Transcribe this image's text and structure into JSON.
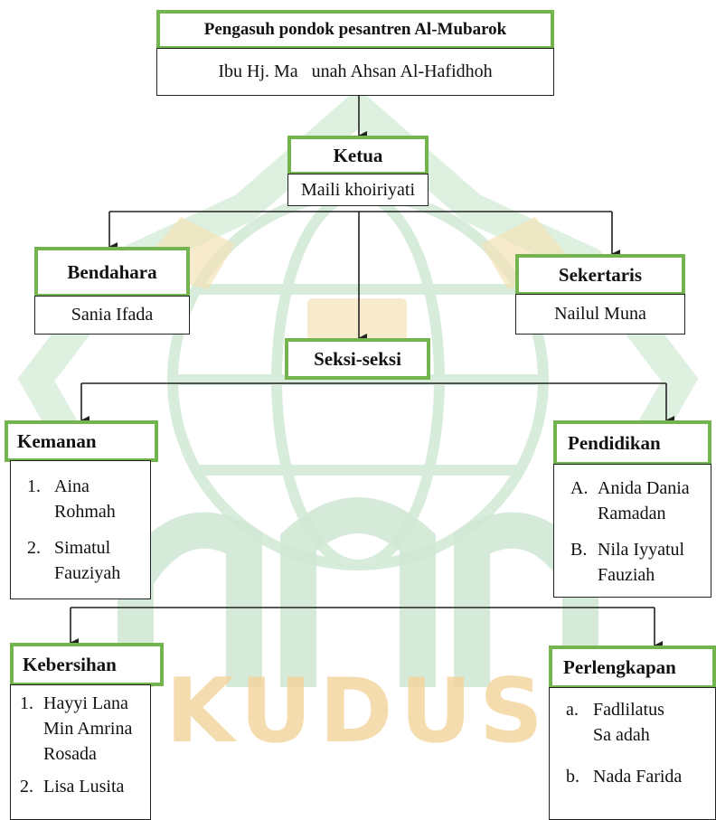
{
  "pengasuh": {
    "title": "Pengasuh pondok pesantren Al-Mubarok",
    "name": "Ibu Hj. Ma   unah Ahsan Al-Hafidhoh"
  },
  "ketua": {
    "title": "Ketua",
    "name": "Maili khoiriyati"
  },
  "bendahara": {
    "title": "Bendahara",
    "name": "Sania Ifada"
  },
  "sekertaris": {
    "title": "Sekertaris",
    "name": "Nailul Muna"
  },
  "seksi": {
    "title": "Seksi-seksi"
  },
  "kemanan": {
    "title": "Kemanan",
    "members": [
      {
        "marker": "1.",
        "name": "Aina Rohmah"
      },
      {
        "marker": "2.",
        "name": "Simatul Fauziyah"
      }
    ]
  },
  "pendidikan": {
    "title": "Pendidikan",
    "members": [
      {
        "marker": "A.",
        "name": "Anida Dania Ramadan"
      },
      {
        "marker": "B.",
        "name": "Nila Iyyatul Fauziah"
      }
    ]
  },
  "kebersihan": {
    "title": "Kebersihan",
    "members": [
      {
        "marker": "1.",
        "name": "Hayyi Lana Min Amrina Rosada"
      },
      {
        "marker": "2.",
        "name": "Lisa Lusita"
      }
    ]
  },
  "perlengkapan": {
    "title": "Perlengkapan",
    "members": [
      {
        "marker": "a.",
        "name": "Fadlilatus Sa adah"
      },
      {
        "marker": "b.",
        "name": "Nada Farida"
      }
    ]
  },
  "watermark": {
    "text": "KUDUS",
    "color": "#f3d6a0"
  },
  "colors": {
    "box_border": "#74b44f",
    "watermark_green": "#d2e8d6"
  }
}
